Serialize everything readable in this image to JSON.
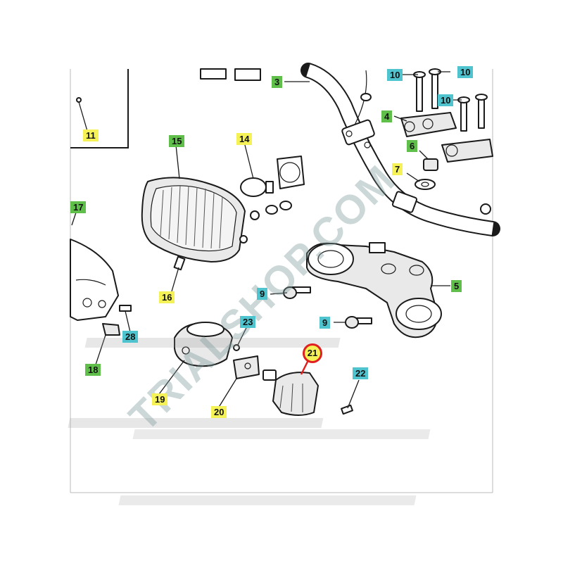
{
  "watermark": {
    "text": "TRIALSHOP.COM"
  },
  "colors": {
    "green": "#5fbf4a",
    "yellow": "#f4f256",
    "cyan": "#4fc4cf",
    "highlight": "#e02020"
  },
  "callouts": [
    {
      "id": "c3",
      "label": "3",
      "color": "green"
    },
    {
      "id": "c4",
      "label": "4",
      "color": "green"
    },
    {
      "id": "c5",
      "label": "5",
      "color": "green"
    },
    {
      "id": "c6",
      "label": "6",
      "color": "green"
    },
    {
      "id": "c7",
      "label": "7",
      "color": "yellow"
    },
    {
      "id": "c9a",
      "label": "9",
      "color": "cyan"
    },
    {
      "id": "c9b",
      "label": "9",
      "color": "cyan"
    },
    {
      "id": "c10a",
      "label": "10",
      "color": "cyan"
    },
    {
      "id": "c10b",
      "label": "10",
      "color": "cyan"
    },
    {
      "id": "c10c",
      "label": "10",
      "color": "cyan"
    },
    {
      "id": "c11",
      "label": "11",
      "color": "yellow"
    },
    {
      "id": "c14",
      "label": "14",
      "color": "yellow"
    },
    {
      "id": "c15",
      "label": "15",
      "color": "green"
    },
    {
      "id": "c16",
      "label": "16",
      "color": "yellow"
    },
    {
      "id": "c17",
      "label": "17",
      "color": "green"
    },
    {
      "id": "c18",
      "label": "18",
      "color": "green"
    },
    {
      "id": "c19",
      "label": "19",
      "color": "yellow"
    },
    {
      "id": "c20",
      "label": "20",
      "color": "yellow"
    },
    {
      "id": "c21",
      "label": "21",
      "color": "yellow",
      "highlighted": true
    },
    {
      "id": "c22",
      "label": "22",
      "color": "cyan"
    },
    {
      "id": "c23",
      "label": "23",
      "color": "cyan"
    },
    {
      "id": "c28",
      "label": "28",
      "color": "cyan"
    }
  ]
}
